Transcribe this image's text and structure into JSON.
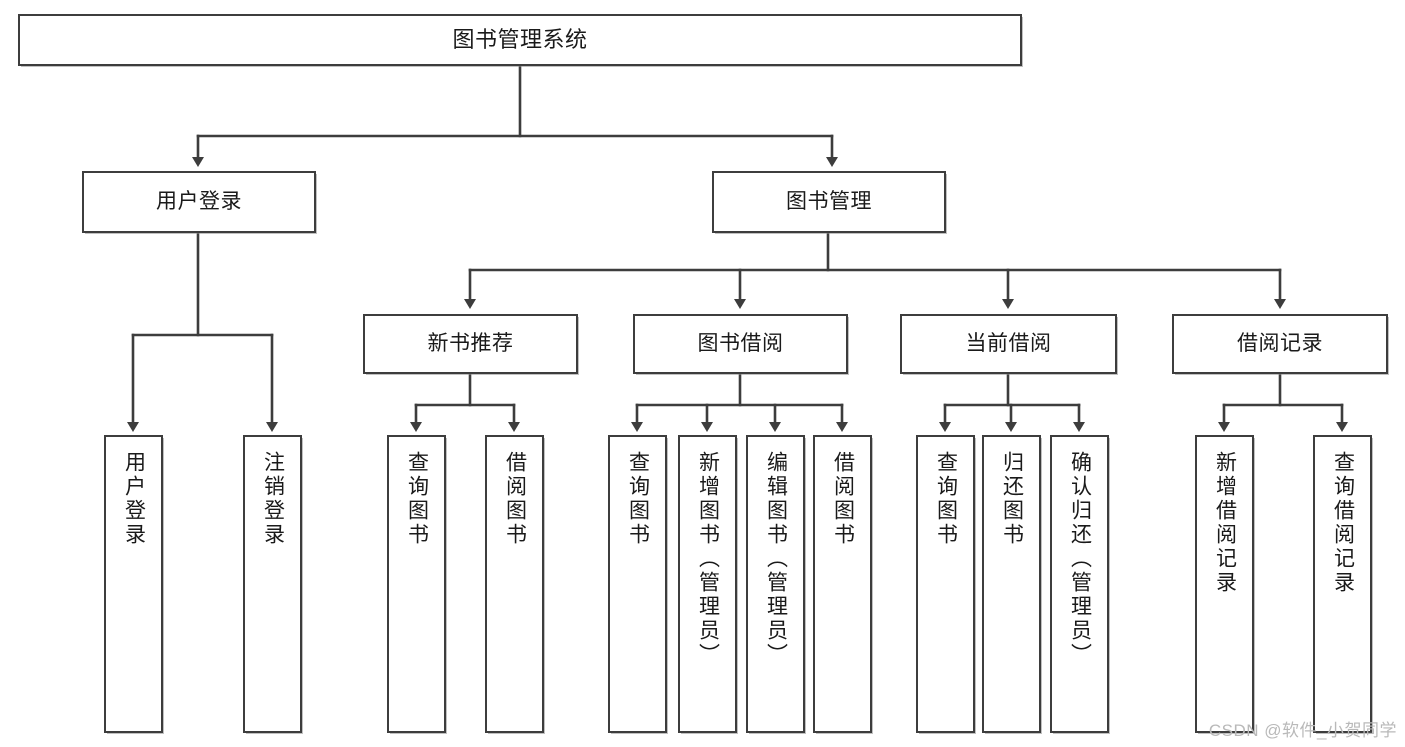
{
  "diagram": {
    "title": "图书管理系统",
    "type": "hierarchy-tree",
    "stroke_color": "#3d3d3d",
    "fill_color": "#ffffff",
    "watermark": "CSDN @软件_小贺同学",
    "levels": {
      "root": {
        "label": "图书管理系统"
      },
      "level2": [
        {
          "label": "用户登录"
        },
        {
          "label": "图书管理"
        }
      ],
      "level3": [
        {
          "label": "新书推荐"
        },
        {
          "label": "图书借阅"
        },
        {
          "label": "当前借阅"
        },
        {
          "label": "借阅记录"
        }
      ],
      "leaves": [
        {
          "label": "用户登录"
        },
        {
          "label": "注销登录"
        },
        {
          "label": "查询图书"
        },
        {
          "label": "借阅图书"
        },
        {
          "label": "查询图书"
        },
        {
          "label": "新增图书（管理员）"
        },
        {
          "label": "编辑图书（管理员）"
        },
        {
          "label": "借阅图书"
        },
        {
          "label": "查询图书"
        },
        {
          "label": "归还图书"
        },
        {
          "label": "确认归还（管理员）"
        },
        {
          "label": "新增借阅记录"
        },
        {
          "label": "查询借阅记录"
        }
      ]
    }
  }
}
